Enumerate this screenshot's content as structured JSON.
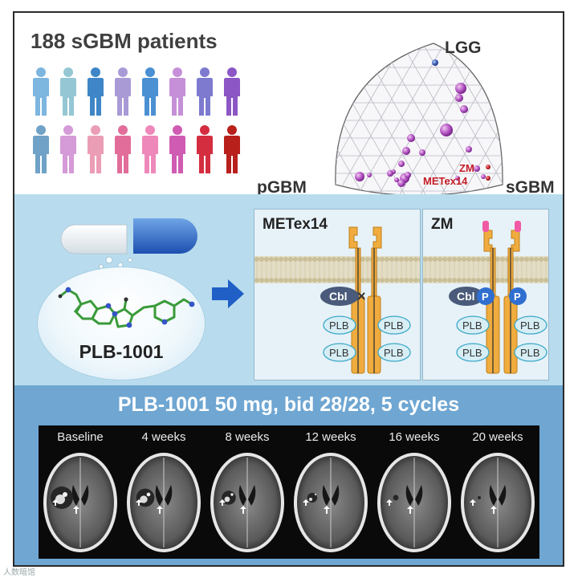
{
  "cohort": {
    "title": "188 sGBM patients",
    "colors_row1": [
      "#7db6df",
      "#94c7d3",
      "#3e86c7",
      "#a99ad6",
      "#4a90d2",
      "#c690d8",
      "#7d7ad0",
      "#8c57c4"
    ],
    "colors_row2": [
      "#6fa2c6",
      "#d59ad8",
      "#ec9db6",
      "#e26d9a",
      "#ef88ba",
      "#cf5cb2",
      "#d42d3f",
      "#b8201c"
    ]
  },
  "ternary": {
    "labels": {
      "top": "LGG",
      "left": "pGBM",
      "right": "sGBM"
    },
    "annotations": {
      "zm": "ZM",
      "metex14": "METex14"
    }
  },
  "drug": {
    "name": "PLB-1001"
  },
  "mechanism": {
    "panels": [
      {
        "title": "METex14",
        "cbl": "Cbl",
        "mark": "×",
        "plb_labels": [
          "PLB",
          "PLB",
          "PLB",
          "PLB"
        ]
      },
      {
        "title": "ZM",
        "cbl": "Cbl",
        "p_labels": [
          "P",
          "P"
        ],
        "plb_labels": [
          "PLB",
          "PLB",
          "PLB",
          "PLB"
        ]
      }
    ]
  },
  "trial": {
    "regimen": "PLB-1001 50 mg, bid 28/28, 5 cycles",
    "timepoints": [
      "Baseline",
      "4 weeks",
      "8 weeks",
      "12 weeks",
      "16 weeks",
      "20 weeks"
    ]
  },
  "watermark": "人数暗馆"
}
